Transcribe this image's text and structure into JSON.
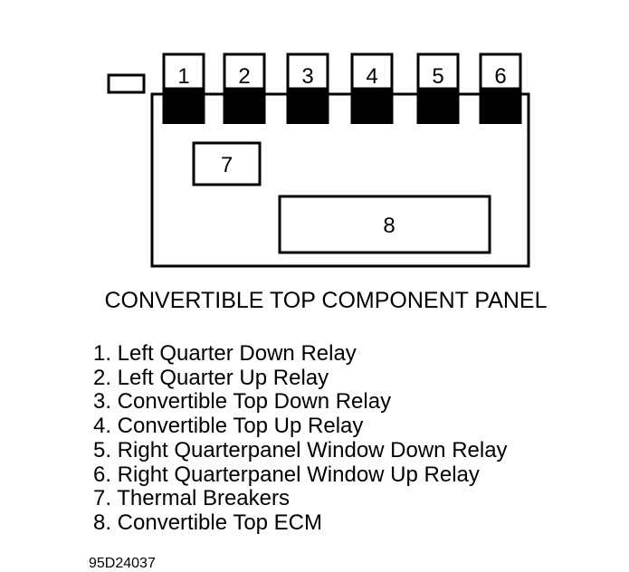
{
  "diagram": {
    "relay_labels": [
      "1",
      "2",
      "3",
      "4",
      "5",
      "6"
    ],
    "breaker_label": "7",
    "ecm_label": "8"
  },
  "panel_title": "CONVERTIBLE TOP COMPONENT PANEL",
  "legend": [
    "1. Left Quarter Down Relay",
    "2. Left Quarter Up Relay",
    "3. Convertible Top Down Relay",
    "4. Convertible Top Up Relay",
    "5. Right Quarterpanel Window Down Relay",
    "6. Right Quarterpanel Window Up Relay",
    "7. Thermal Breakers",
    "8. Convertible Top ECM"
  ],
  "figure_code": "95D24037",
  "colors": {
    "ink": "#000000",
    "paper": "#ffffff"
  }
}
